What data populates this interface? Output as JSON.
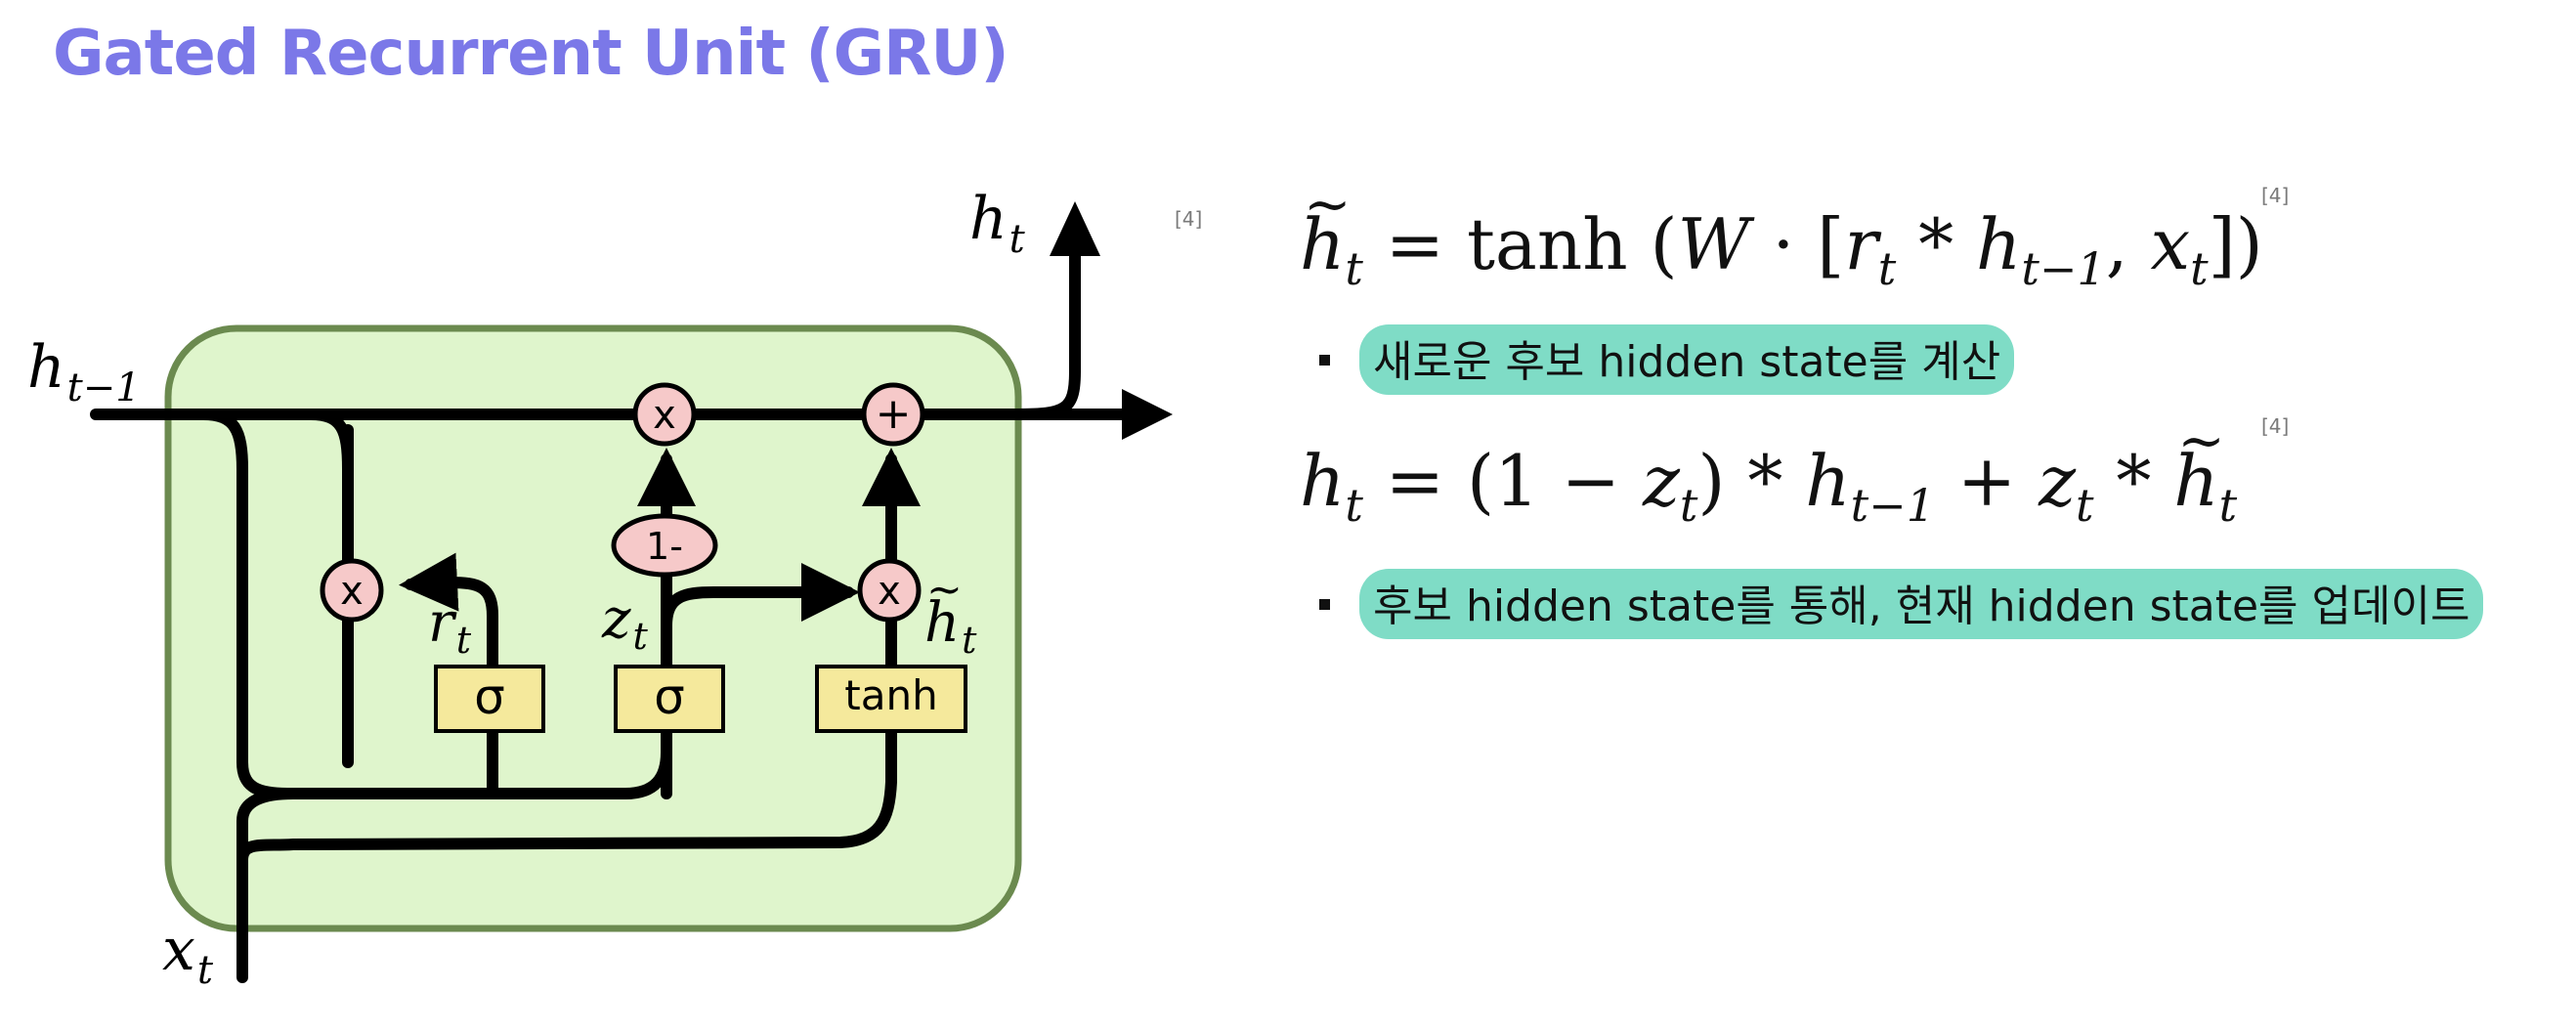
{
  "slide": {
    "title": "Gated Recurrent Unit (GRU)"
  },
  "diagram": {
    "labels": {
      "h_prev": "h",
      "h_prev_sub": "t−1",
      "h_out": "h",
      "h_out_sub": "t",
      "x_in": "x",
      "x_in_sub": "t",
      "r": "r",
      "r_sub": "t",
      "z": "z",
      "z_sub": "t",
      "h_tilde": "h",
      "h_tilde_sub": "t"
    },
    "ops": {
      "mult": "x",
      "plus": "+",
      "one_minus": "1-"
    },
    "gates": {
      "sigma_r": "σ",
      "sigma_z": "σ",
      "tanh": "tanh"
    },
    "ref": "[4]",
    "colors": {
      "cell_fill": "#dff5cc",
      "cell_border": "#6b8a4f",
      "op_fill": "#f6c9c9",
      "gate_fill": "#f5e99c"
    }
  },
  "equations": [
    {
      "ref": "[4]",
      "bullet": "새로운 후보 hidden state를 계산",
      "parts": {
        "lhs": "h",
        "lhs_sub": "t",
        "eq": " = tanh (",
        "W": "W",
        "dot": " · [",
        "r": "r",
        "r_sub": "t",
        "star": " * ",
        "h": "h",
        "h_sub": "t−1",
        "comma": ", ",
        "x": "x",
        "x_sub": "t",
        "close": "])"
      }
    },
    {
      "ref": "[4]",
      "bullet": "후보 hidden state를 통해, 현재 hidden state를 업데이트",
      "parts": {
        "lhs": "h",
        "lhs_sub": "t",
        "eq": " = (1 − ",
        "z": "z",
        "z_sub": "t",
        "close1": ") * ",
        "h": "h",
        "h_sub": "t−1",
        "plus": " + ",
        "z2": "z",
        "z2_sub": "t",
        "star": " * ",
        "ht": "h",
        "ht_sub": "t"
      }
    }
  ]
}
